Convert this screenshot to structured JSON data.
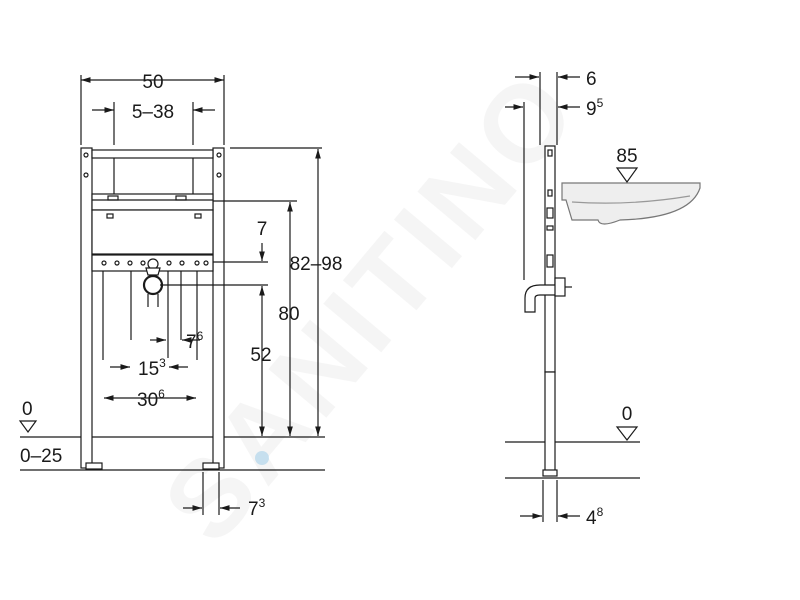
{
  "watermark": "SANITINO",
  "colors": {
    "line": "#1a1a1a",
    "frame_fill": "#ffffff",
    "basin_fill": "#eeeeee",
    "watermark_accent": "#3aa0dc"
  },
  "front_view": {
    "labels": {
      "width_total": "50",
      "width_range": "5–38",
      "height_total": "82–98",
      "height_80": "80",
      "height_52": "52",
      "gap_7": "7",
      "spacing_7_main": "7",
      "spacing_7_sup": "6",
      "spacing_15_main": "15",
      "spacing_15_sup": "3",
      "spacing_30_main": "30",
      "spacing_30_sup": "6",
      "foot_main": "7",
      "foot_sup": "3",
      "floor_level": "0",
      "floor_range": "0–25"
    }
  },
  "side_view": {
    "labels": {
      "depth_6": "6",
      "depth_9_main": "9",
      "depth_9_sup": "5",
      "basin_height": "85",
      "floor_level": "0",
      "foot_main": "4",
      "foot_sup": "8"
    }
  }
}
